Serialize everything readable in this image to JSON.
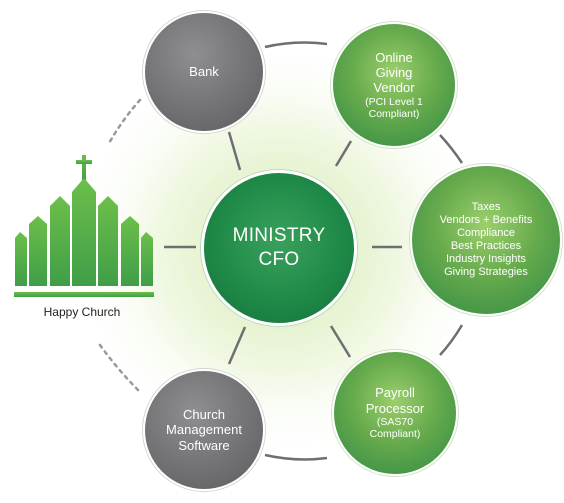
{
  "center": {
    "lines": [
      "MINISTRY",
      "CFO"
    ]
  },
  "church": {
    "label": "Happy Church"
  },
  "nodes": {
    "bank": {
      "lines": [
        "Bank"
      ]
    },
    "online_giving": {
      "title_lines": [
        "Online",
        "Giving",
        "Vendor"
      ],
      "note_lines": [
        "(PCI Level 1",
        "Compliant)"
      ]
    },
    "services": {
      "lines": [
        "Taxes",
        "Vendors + Benefits",
        "Compliance",
        "Best Practices",
        "Industry Insights",
        "Giving Strategies"
      ]
    },
    "payroll": {
      "title_lines": [
        "Payroll",
        "Processor"
      ],
      "note_lines": [
        "(SAS70",
        "Compliant)"
      ]
    },
    "church_software": {
      "lines": [
        "Church",
        "Management",
        "Software"
      ]
    }
  },
  "colors": {
    "green_dark": "#1f8a48",
    "green_light": "#8cc63f",
    "gray": "#6f6f72",
    "connector": "#6f6f72",
    "church_icon": "#4fae4a"
  },
  "icons": {
    "church": "church-building-icon"
  }
}
